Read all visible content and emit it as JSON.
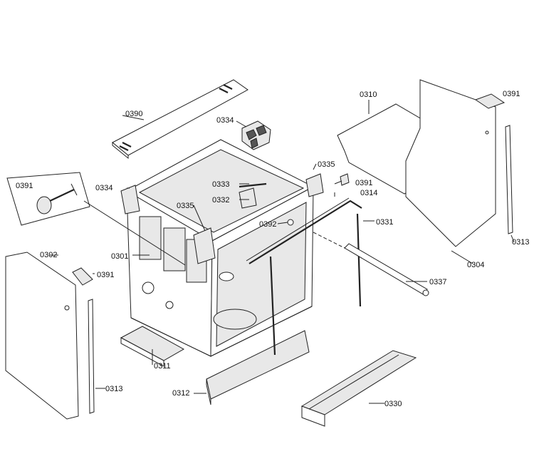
{
  "labels": {
    "l0390": "0390",
    "l0334a": "0334",
    "l0310": "0310",
    "l0391a": "0391",
    "l0391b": "0391",
    "l0334b": "0334",
    "l0333": "0333",
    "l0332": "0332",
    "l0335a": "0335",
    "l0391c": "0391",
    "l0314": "0314",
    "l0335b": "0335",
    "l0392": "0392",
    "l0331": "0331",
    "l0302": "0302",
    "l0301": "0301",
    "l0391d": "0391",
    "l0304": "0304",
    "l0313a": "0313",
    "l0337": "0337",
    "l0311": "0311",
    "l0313b": "0313",
    "l0312": "0312",
    "l0330": "0330"
  }
}
